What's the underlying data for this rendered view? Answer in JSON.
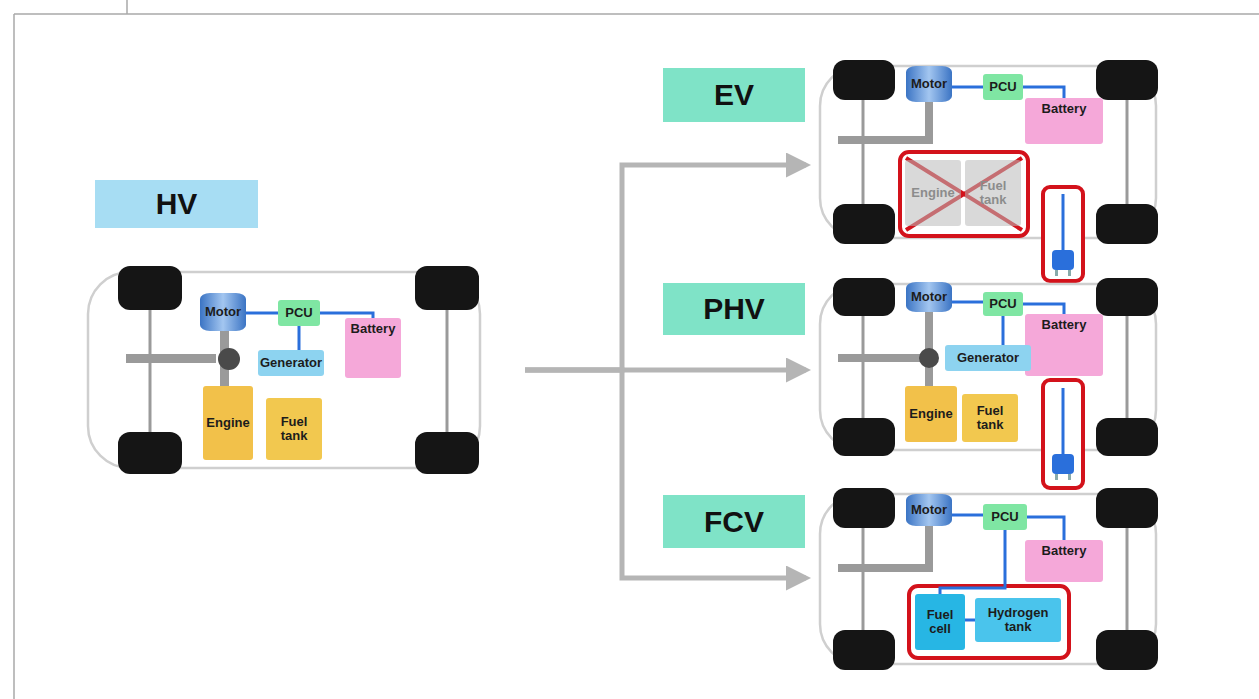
{
  "diagram": {
    "nodes": [
      {
        "text": [
          "HV"
        ]
      },
      {
        "text": [
          "Motor"
        ],
        "in": 0
      },
      {
        "text": [
          "PCU"
        ],
        "in": 0
      },
      {
        "text": [
          "Generator"
        ],
        "in": 0
      },
      {
        "text": [
          "Battery"
        ],
        "in": 0
      },
      {
        "text": [
          "Engine"
        ],
        "in": 0
      },
      {
        "text": [
          "Fuel tank"
        ],
        "in": 0
      },
      {
        "text": [
          "EV"
        ]
      },
      {
        "text": [
          "Motor"
        ],
        "in": 7
      },
      {
        "text": [
          "PCU"
        ],
        "in": 7
      },
      {
        "text": [
          "Battery"
        ],
        "in": 7
      },
      {
        "text": [
          "Engine"
        ],
        "in": 7
      },
      {
        "text": [
          "Fuel tank"
        ],
        "in": 7
      },
      {
        "text": [
          "PHV"
        ]
      },
      {
        "text": [
          "Motor"
        ],
        "in": 13
      },
      {
        "text": [
          "PCU"
        ],
        "in": 13
      },
      {
        "text": [
          "Battery"
        ],
        "in": 13
      },
      {
        "text": [
          "Generator"
        ],
        "in": 13
      },
      {
        "text": [
          "Engine"
        ],
        "in": 13
      },
      {
        "text": [
          "Fuel tank"
        ],
        "in": 13
      },
      {
        "text": [
          "FCV"
        ]
      },
      {
        "text": [
          "Motor"
        ],
        "in": 20
      },
      {
        "text": [
          "PCU"
        ],
        "in": 20
      },
      {
        "text": [
          "Battery"
        ],
        "in": 20
      },
      {
        "text": [
          "Fuel cell"
        ],
        "in": 20
      },
      {
        "text": [
          "Hydrogen tank"
        ],
        "in": 20
      }
    ],
    "edges": [
      {
        "from": 0,
        "to": 7,
        "arrow": "to"
      },
      {
        "from": 0,
        "to": 13,
        "arrow": "to"
      },
      {
        "from": 0,
        "to": 20,
        "arrow": "to"
      },
      {
        "from": 1,
        "to": 2,
        "arrow": "none"
      },
      {
        "from": 2,
        "to": 4,
        "arrow": "none"
      },
      {
        "from": 2,
        "to": 3,
        "arrow": "none"
      },
      {
        "from": 8,
        "to": 9,
        "arrow": "none"
      },
      {
        "from": 9,
        "to": 10,
        "arrow": "none"
      },
      {
        "from": 14,
        "to": 15,
        "arrow": "none"
      },
      {
        "from": 15,
        "to": 16,
        "arrow": "none"
      },
      {
        "from": 15,
        "to": 17,
        "arrow": "none"
      },
      {
        "from": 21,
        "to": 22,
        "arrow": "none"
      },
      {
        "from": 22,
        "to": 23,
        "arrow": "none"
      },
      {
        "from": 22,
        "to": 24,
        "arrow": "none"
      },
      {
        "from": 24,
        "to": 25,
        "arrow": "none"
      }
    ]
  }
}
